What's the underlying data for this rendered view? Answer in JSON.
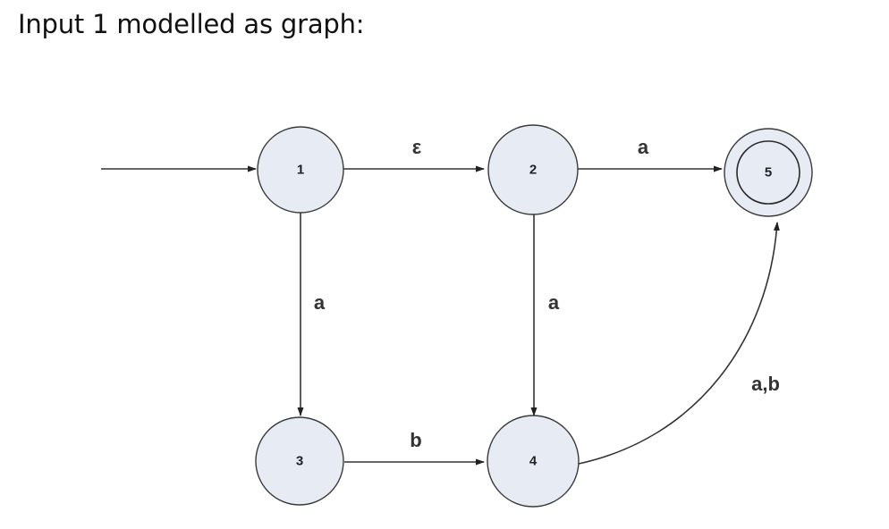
{
  "title": "Input 1 modelled as graph:",
  "colors": {
    "node_fill": "#e7ebf4",
    "stroke": "#333333",
    "text": "#222222"
  },
  "graph": {
    "nodes": [
      {
        "id": "1",
        "label": "1",
        "accepting": false
      },
      {
        "id": "2",
        "label": "2",
        "accepting": false
      },
      {
        "id": "3",
        "label": "3",
        "accepting": false
      },
      {
        "id": "4",
        "label": "4",
        "accepting": false
      },
      {
        "id": "5",
        "label": "5",
        "accepting": true
      }
    ],
    "start_node": "1",
    "edges": [
      {
        "from": "1",
        "to": "2",
        "label": "ε"
      },
      {
        "from": "2",
        "to": "5",
        "label": "a"
      },
      {
        "from": "1",
        "to": "3",
        "label": "a"
      },
      {
        "from": "2",
        "to": "4",
        "label": "a"
      },
      {
        "from": "3",
        "to": "4",
        "label": "b"
      },
      {
        "from": "4",
        "to": "5",
        "label": "a,b"
      }
    ]
  }
}
